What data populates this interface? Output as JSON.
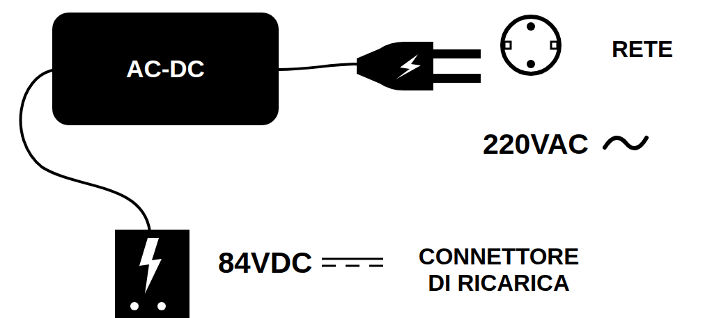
{
  "diagram": {
    "nodes": [
      {
        "text": [
          "AC-DC"
        ]
      }
    ],
    "labels": [
      "RETE",
      "220VAC",
      "84VDC",
      "CONNETTORE DI RICARICA"
    ]
  }
}
